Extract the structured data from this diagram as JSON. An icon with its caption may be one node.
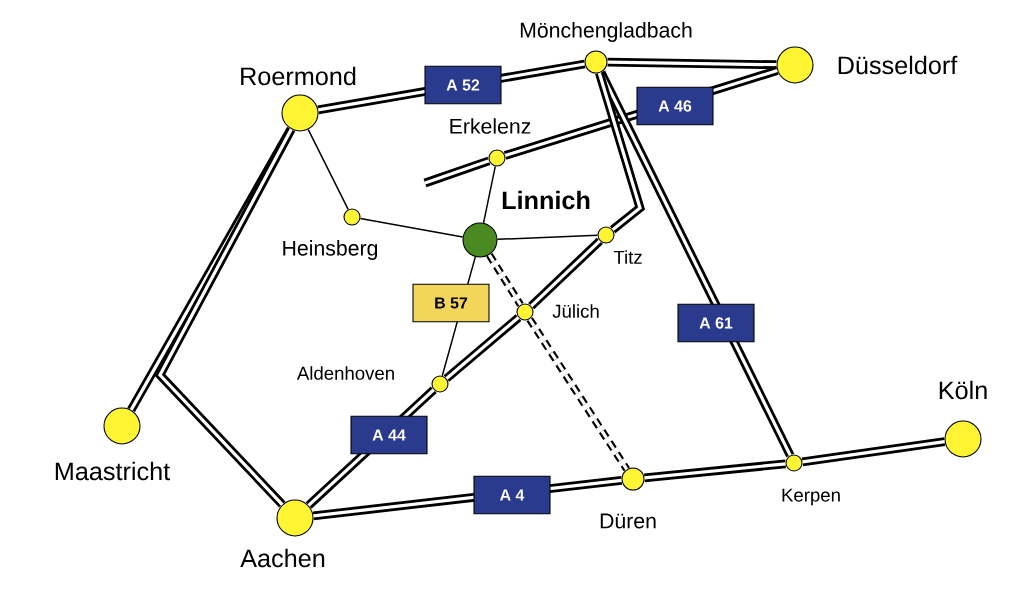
{
  "diagram": {
    "nodes": [
      {
        "text": [
          "Roermond"
        ]
      },
      {
        "text": [
          "Mönchengladbach"
        ]
      },
      {
        "text": [
          "Düsseldorf"
        ]
      },
      {
        "text": [
          "Erkelenz"
        ]
      },
      {
        "text": [
          "Heinsberg"
        ]
      },
      {
        "text": [
          "Linnich"
        ]
      },
      {
        "text": [
          "Titz"
        ]
      },
      {
        "text": [
          "Jülich"
        ]
      },
      {
        "text": [
          "Aldenhoven"
        ]
      },
      {
        "text": [
          "Maastricht"
        ]
      },
      {
        "text": [
          "Aachen"
        ]
      },
      {
        "text": [
          "Düren"
        ]
      },
      {
        "text": [
          "Kerpen"
        ]
      },
      {
        "text": [
          "Köln"
        ]
      }
    ],
    "edges": [
      {
        "from": 0,
        "to": 1,
        "arrow": "none",
        "label": "A 52"
      },
      {
        "from": 1,
        "to": 2,
        "arrow": "none"
      },
      {
        "from": 3,
        "to": 2,
        "arrow": "none",
        "label": "A 46"
      },
      {
        "from": 3,
        "to": null,
        "arrow": "none"
      },
      {
        "from": 1,
        "to": 12,
        "arrow": "none",
        "label": "A 61"
      },
      {
        "from": 10,
        "to": 8,
        "arrow": "none",
        "label": "A 44"
      },
      {
        "from": 8,
        "to": 7,
        "arrow": "none"
      },
      {
        "from": 7,
        "to": 6,
        "arrow": "none"
      },
      {
        "from": 6,
        "to": 1,
        "arrow": "none"
      },
      {
        "from": 10,
        "to": 11,
        "arrow": "none",
        "label": "A 4"
      },
      {
        "from": 11,
        "to": 12,
        "arrow": "none"
      },
      {
        "from": 12,
        "to": 13,
        "arrow": "none"
      },
      {
        "from": 0,
        "to": 9,
        "arrow": "none"
      },
      {
        "from": 10,
        "to": 0,
        "arrow": "none"
      },
      {
        "from": 0,
        "to": 4,
        "arrow": "none"
      },
      {
        "from": 4,
        "to": 5,
        "arrow": "none"
      },
      {
        "from": 5,
        "to": 3,
        "arrow": "none"
      },
      {
        "from": 5,
        "to": 6,
        "arrow": "none"
      },
      {
        "from": 5,
        "to": 8,
        "arrow": "none",
        "label": "B 57"
      },
      {
        "from": 5,
        "to": 7,
        "arrow": "none",
        "style": "dashed"
      },
      {
        "from": 7,
        "to": 11,
        "arrow": "none",
        "style": "dashed"
      }
    ]
  }
}
